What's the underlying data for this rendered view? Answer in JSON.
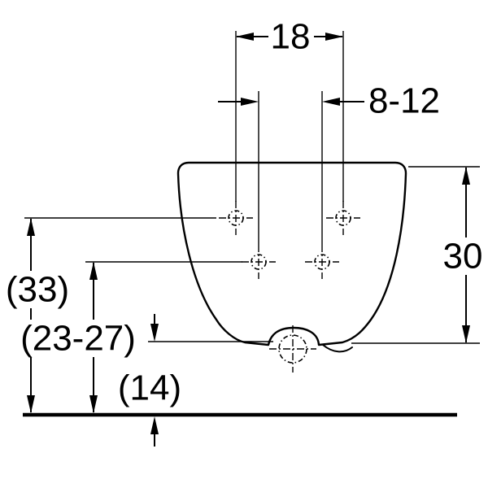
{
  "diagram": {
    "labels": {
      "fixing_hole_spacing": "18",
      "hole_offset_range": "8-12",
      "body_height": "30",
      "upper_holes_height": "(33)",
      "lower_holes_height": "(23-27)",
      "outlet_height": "(14)"
    },
    "colors": {
      "line": "#000000",
      "background": "#ffffff"
    }
  }
}
